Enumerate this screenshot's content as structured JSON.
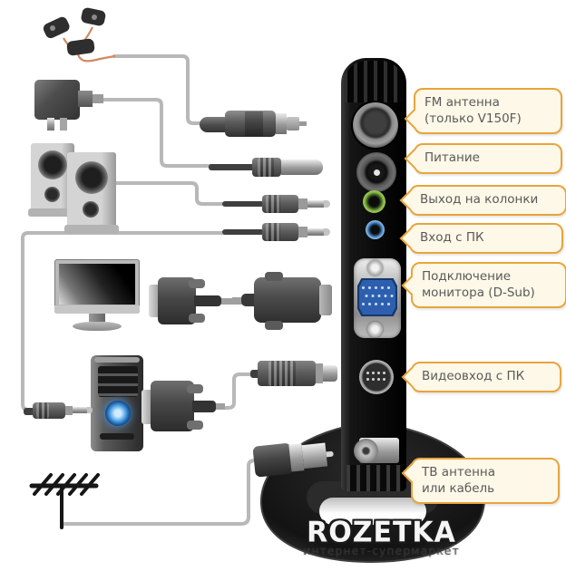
{
  "callouts": [
    {
      "id": "fm-antenna",
      "text": "FM антенна\n(только V150F)"
    },
    {
      "id": "power",
      "text": "Питание"
    },
    {
      "id": "speaker-out",
      "text": "Выход на колонки"
    },
    {
      "id": "pc-in",
      "text": "Вход с ПК"
    },
    {
      "id": "monitor",
      "text": "Подключение\nмонитора (D-Sub)"
    },
    {
      "id": "video-in",
      "text": "Видеовход с ПК"
    },
    {
      "id": "tv-antenna",
      "text": "ТВ антенна\nили кабель"
    }
  ],
  "watermark": {
    "brand": "ROZETKA",
    "tagline": "интернет-супермаркет"
  },
  "device": {
    "ports": [
      "fm-antenna-port",
      "power-port",
      "speaker-out-port",
      "pc-audio-in-port",
      "vga-dsub-port",
      "svideo-port",
      "tv-antenna-port"
    ]
  },
  "peripherals": [
    "fm-wire-antenna",
    "power-adapter",
    "speakers",
    "monitor",
    "pc-tower",
    "tv-antenna"
  ],
  "colors": {
    "callout_border": "#e9a43c",
    "callout_bg": "#fdf8e7",
    "cable": "#b8b8b8",
    "device_body": "#0d0d0d",
    "vga_blue": "#2d5fae",
    "audio_green": "#84b53e",
    "audio_blue": "#5b9bd5"
  }
}
